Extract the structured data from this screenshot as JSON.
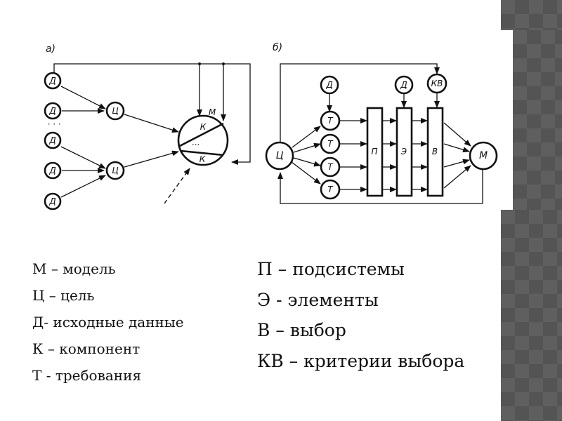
{
  "diagram_a": {
    "label": "а)",
    "data_nodes": [
      "Д",
      "Д",
      "Д",
      "Д",
      "Д"
    ],
    "goal_nodes": [
      "Ц",
      "Ц"
    ],
    "ellipsis": "· · ·",
    "model_label": "М",
    "components": [
      "К",
      "К"
    ],
    "model_ellipsis": "..."
  },
  "diagram_b": {
    "label": "б)",
    "goal": "Ц",
    "requirements": [
      "Т",
      "Т",
      "Т",
      "Т"
    ],
    "data_nodes": [
      "Д",
      "Д"
    ],
    "criteria": "КВ",
    "blocks": [
      "П",
      "Э",
      "В"
    ],
    "model": "М"
  },
  "legend_left": [
    "М – модель",
    "Ц – цель",
    "Д- исходные данные",
    "К – компонент",
    "Т - требования"
  ],
  "legend_right": [
    "П – подсистемы",
    "Э - элементы",
    "В – выбор",
    "КВ – критерии выбора"
  ]
}
